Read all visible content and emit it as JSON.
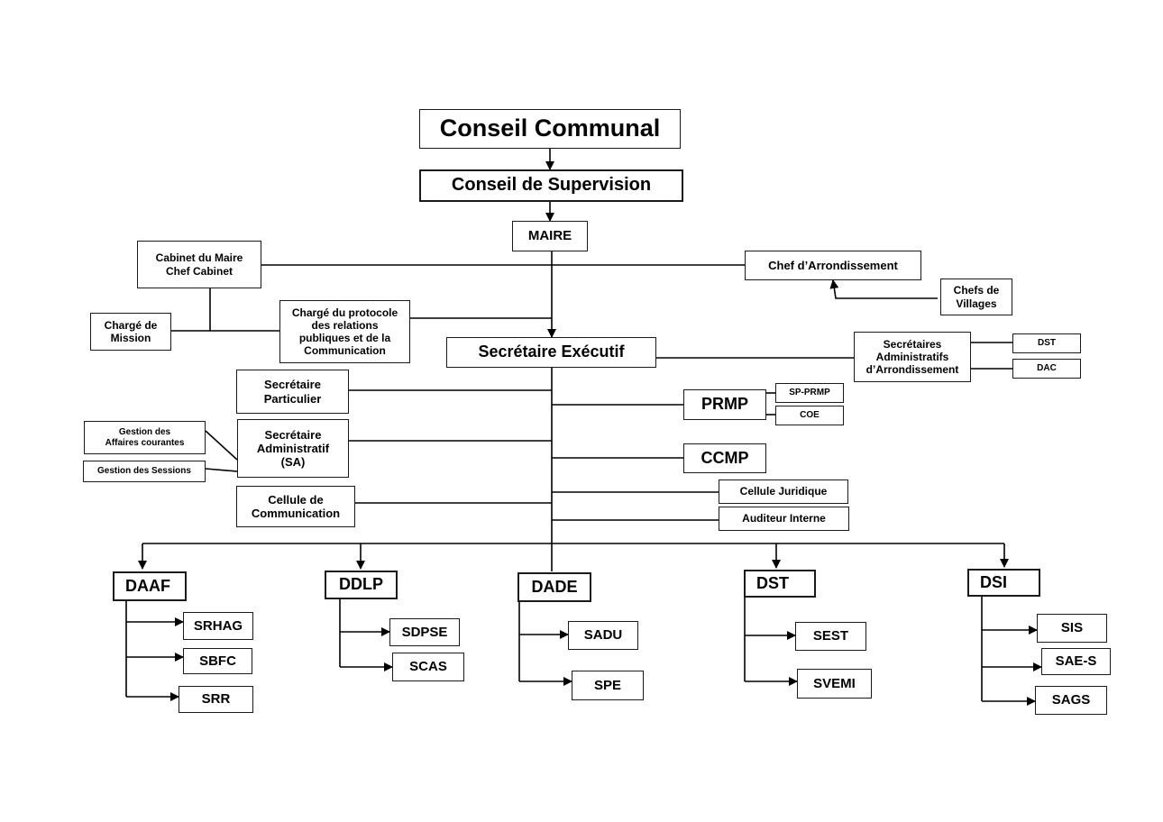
{
  "conseil_communal": "Conseil Communal",
  "conseil_supervision": "Conseil de Supervision",
  "maire": "MAIRE",
  "cabinet": "Cabinet du Maire\nChef Cabinet",
  "charge_mission": "Chargé de\nMission",
  "charge_protocole": "Chargé du protocole\ndes relations\npubliques et de la\nCommunication",
  "chef_arrondissement": "Chef d’Arrondissement",
  "chefs_villages": "Chefs de\nVillages",
  "secretaire_executif": "Secrétaire Exécutif",
  "secretaires_arrondissement": "Secrétaires\nAdministratifs\nd’Arrondissement",
  "sa_dst": "DST",
  "sa_dac": "DAC",
  "secretaire_particulier": "Secrétaire\nParticulier",
  "secretaire_administratif": "Secrétaire\nAdministratif\n(SA)",
  "gestion_affaires": "Gestion des\nAffaires courantes",
  "gestion_sessions": "Gestion des Sessions",
  "cellule_communication": "Cellule de\nCommunication",
  "prmp": "PRMP",
  "sp_prmp": "SP-PRMP",
  "coe": "COE",
  "ccmp": "CCMP",
  "cellule_juridique": "Cellule Juridique",
  "auditeur_interne": "Auditeur Interne",
  "directions": [
    {
      "name": "DAAF",
      "services": [
        "SRHAG",
        "SBFC",
        "SRR"
      ]
    },
    {
      "name": "DDLP",
      "services": [
        "SDPSE",
        "SCAS"
      ]
    },
    {
      "name": "DADE",
      "services": [
        "SADU",
        "SPE"
      ]
    },
    {
      "name": "DST",
      "services": [
        "SEST",
        "SVEMI"
      ]
    },
    {
      "name": "DSI",
      "services": [
        "SIS",
        "SAE-S",
        "SAGS"
      ]
    }
  ]
}
